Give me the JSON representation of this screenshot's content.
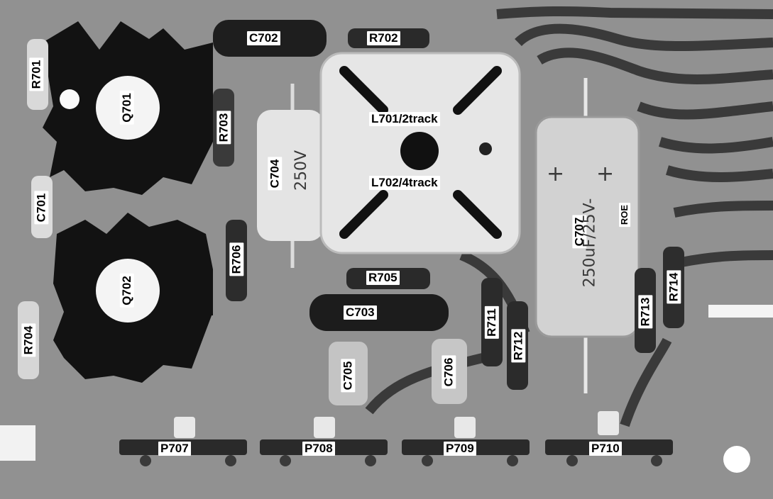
{
  "labels": {
    "C702": "C702",
    "R702": "R702",
    "R701": "R701",
    "Q701": "Q701",
    "R703": "R703",
    "C704": "C704",
    "C701": "C701",
    "L701": "L701/2track",
    "L702": "L702/4track",
    "C707": "C707",
    "Q702": "Q702",
    "R706": "R706",
    "R705": "R705",
    "C703": "C703",
    "R704": "R704",
    "R711": "R711",
    "R712": "R712",
    "R713": "R713",
    "R714": "R714",
    "C705": "C705",
    "C706": "C706",
    "P707": "P707",
    "P708": "P708",
    "P709": "P709",
    "P710": "P710"
  },
  "printed": {
    "c704_rating": "250V",
    "c707_rating": "250uF/25V-",
    "c707_plus1": "+",
    "c707_plus2": "+",
    "c707_brand": "ROE"
  },
  "colors": {
    "board": "#8d8d8d",
    "trace": "#3b3b3b",
    "heatsink": "#111111",
    "label_bg": "#ffffff"
  }
}
